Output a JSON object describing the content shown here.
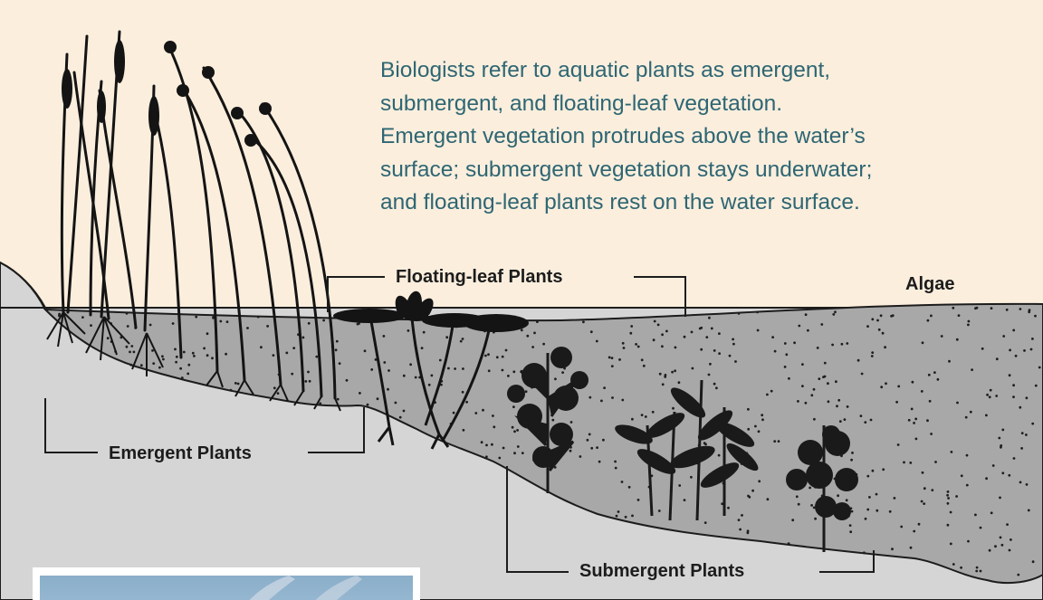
{
  "intro_lines": [
    "Biologists refer to aquatic plants as emergent,",
    "submergent, and floating-leaf vegetation.",
    "Emergent vegetation protrudes above the water’s",
    "surface; submergent vegetation stays underwater;",
    "and floating-leaf plants rest on the water surface."
  ],
  "labels": {
    "floating": "Floating-leaf Plants",
    "algae": "Algae",
    "emergent": "Emergent Plants",
    "submergent": "Submergent Plants"
  },
  "colors": {
    "background": "#fbeedd",
    "ground": "#d5d5d5",
    "water": "#a8a8a8",
    "plant": "#1a1a1a",
    "intro_text": "#2e6673"
  },
  "photo": {
    "icon": "dragonfly-photo"
  }
}
